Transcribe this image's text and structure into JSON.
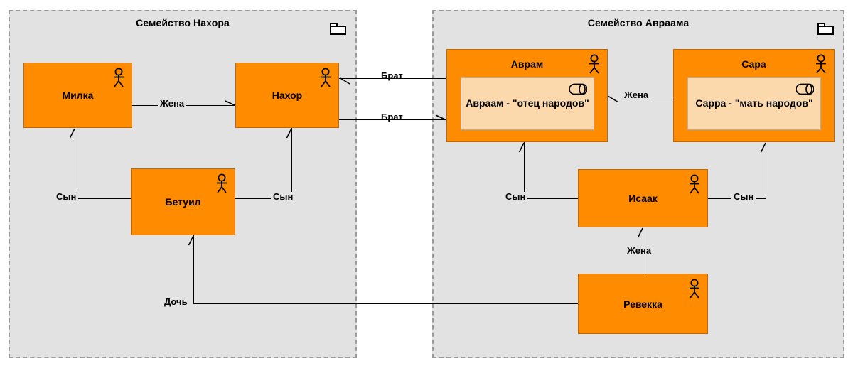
{
  "diagram": {
    "title": "Family diagram of Nahor and Abraham",
    "background": "#ffffff",
    "colors": {
      "package_fill": "#e2e2e2",
      "package_border": "#9a9a9a",
      "node_fill": "#ff8c00",
      "node_border": "#b36b18",
      "inner_fill": "#fbd9ad",
      "inner_border": "#b0b0b0",
      "line": "#000000",
      "text": "#000000"
    }
  },
  "packages": [
    {
      "id": "nahor-family",
      "label": "Семейство Нахора",
      "icon": "folder-icon"
    },
    {
      "id": "abraham-family",
      "label": "Семейство Авраама",
      "icon": "folder-icon"
    }
  ],
  "nodes": [
    {
      "id": "milka",
      "label": "Милка",
      "icon": "actor-icon"
    },
    {
      "id": "nahor",
      "label": "Нахор",
      "icon": "actor-icon"
    },
    {
      "id": "betuil",
      "label": "Бетуил",
      "icon": "actor-icon"
    },
    {
      "id": "avram",
      "label": "Аврам",
      "icon": "actor-icon",
      "component": {
        "label": "Авраам - \"отец народов\"",
        "icon": "cylinder-icon"
      }
    },
    {
      "id": "sara",
      "label": "Сара",
      "icon": "actor-icon",
      "component": {
        "label": "Сарра - \"мать народов\"",
        "icon": "cylinder-icon"
      }
    },
    {
      "id": "isaak",
      "label": "Исаак",
      "icon": "actor-icon"
    },
    {
      "id": "revekka",
      "label": "Ревекка",
      "icon": "actor-icon"
    }
  ],
  "edges": [
    {
      "id": "milka-nahor",
      "label": "Жена",
      "from": "milka",
      "to": "nahor"
    },
    {
      "id": "nahor-avram-top",
      "label": "Брат",
      "from": "avram",
      "to": "nahor"
    },
    {
      "id": "nahor-avram-bot",
      "label": "Брат",
      "from": "nahor",
      "to": "avram"
    },
    {
      "id": "sara-avram",
      "label": "Жена",
      "from": "sara",
      "to": "avram"
    },
    {
      "id": "betuil-milka",
      "label": "Сын",
      "from": "betuil",
      "to": "milka"
    },
    {
      "id": "betuil-nahor",
      "label": "Сын",
      "from": "betuil",
      "to": "nahor"
    },
    {
      "id": "isaak-avram",
      "label": "Сын",
      "from": "isaak",
      "to": "avram"
    },
    {
      "id": "isaak-sara",
      "label": "Сын",
      "from": "isaak",
      "to": "sara"
    },
    {
      "id": "revekka-isaak",
      "label": "Жена",
      "from": "revekka",
      "to": "isaak"
    },
    {
      "id": "revekka-betuil",
      "label": "Дочь",
      "from": "revekka",
      "to": "betuil"
    }
  ]
}
